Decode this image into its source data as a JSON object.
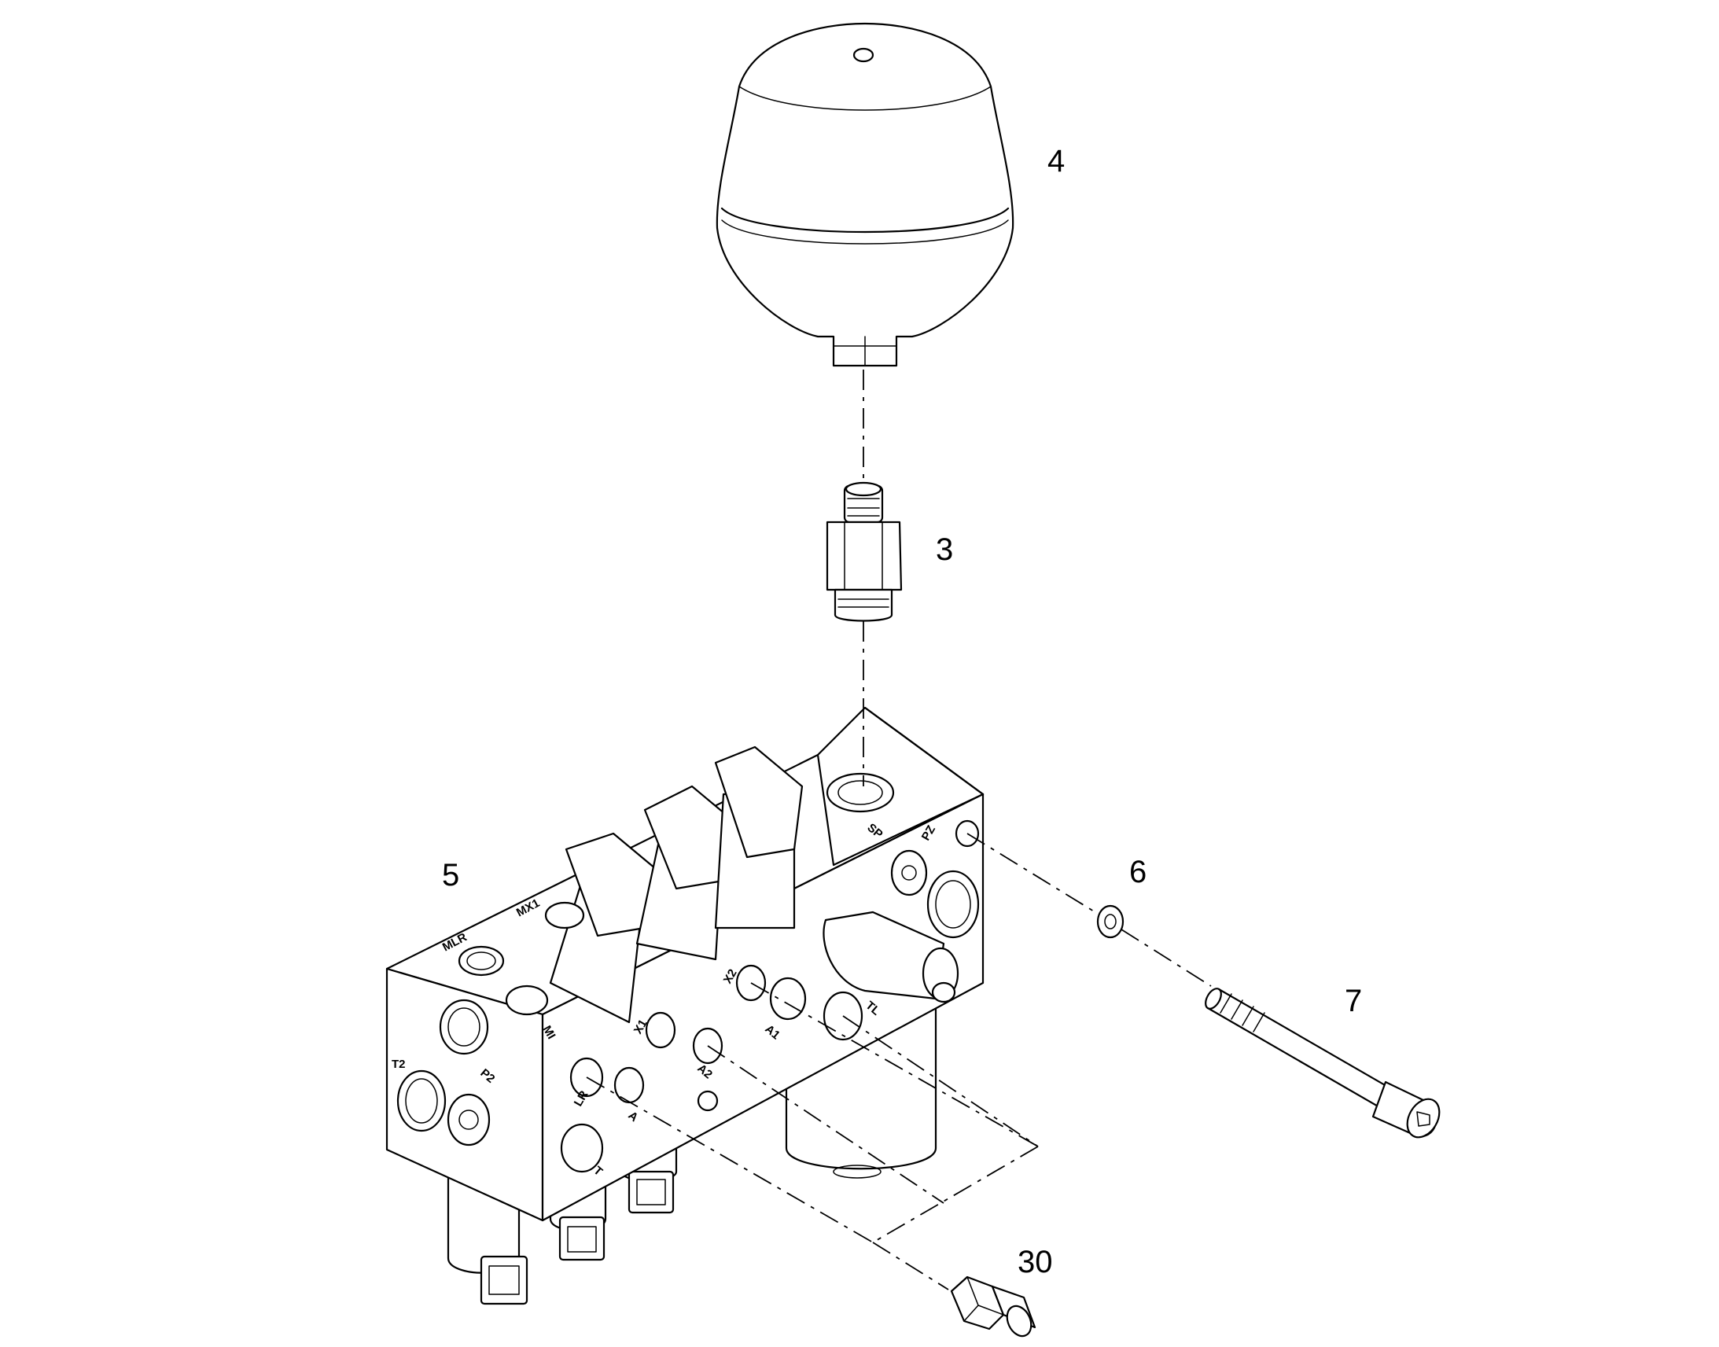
{
  "diagram": {
    "callouts": {
      "c3": "3",
      "c4": "4",
      "c5": "5",
      "c6": "6",
      "c7": "7",
      "c30": "30"
    },
    "ports": {
      "mlr": "MLR",
      "mx1": "MX1",
      "mi": "MI",
      "t2": "T2",
      "p2": "P2",
      "lr": "LR",
      "a": "A",
      "t": "T",
      "x1": "X1",
      "a2": "A2",
      "x2": "X2",
      "a1": "A1",
      "tl": "TL",
      "pz": "PZ",
      "sp": "SP"
    },
    "parts": [
      "accumulator",
      "fitting",
      "valve-block",
      "washer",
      "cap-screw",
      "plug-fitting"
    ]
  }
}
